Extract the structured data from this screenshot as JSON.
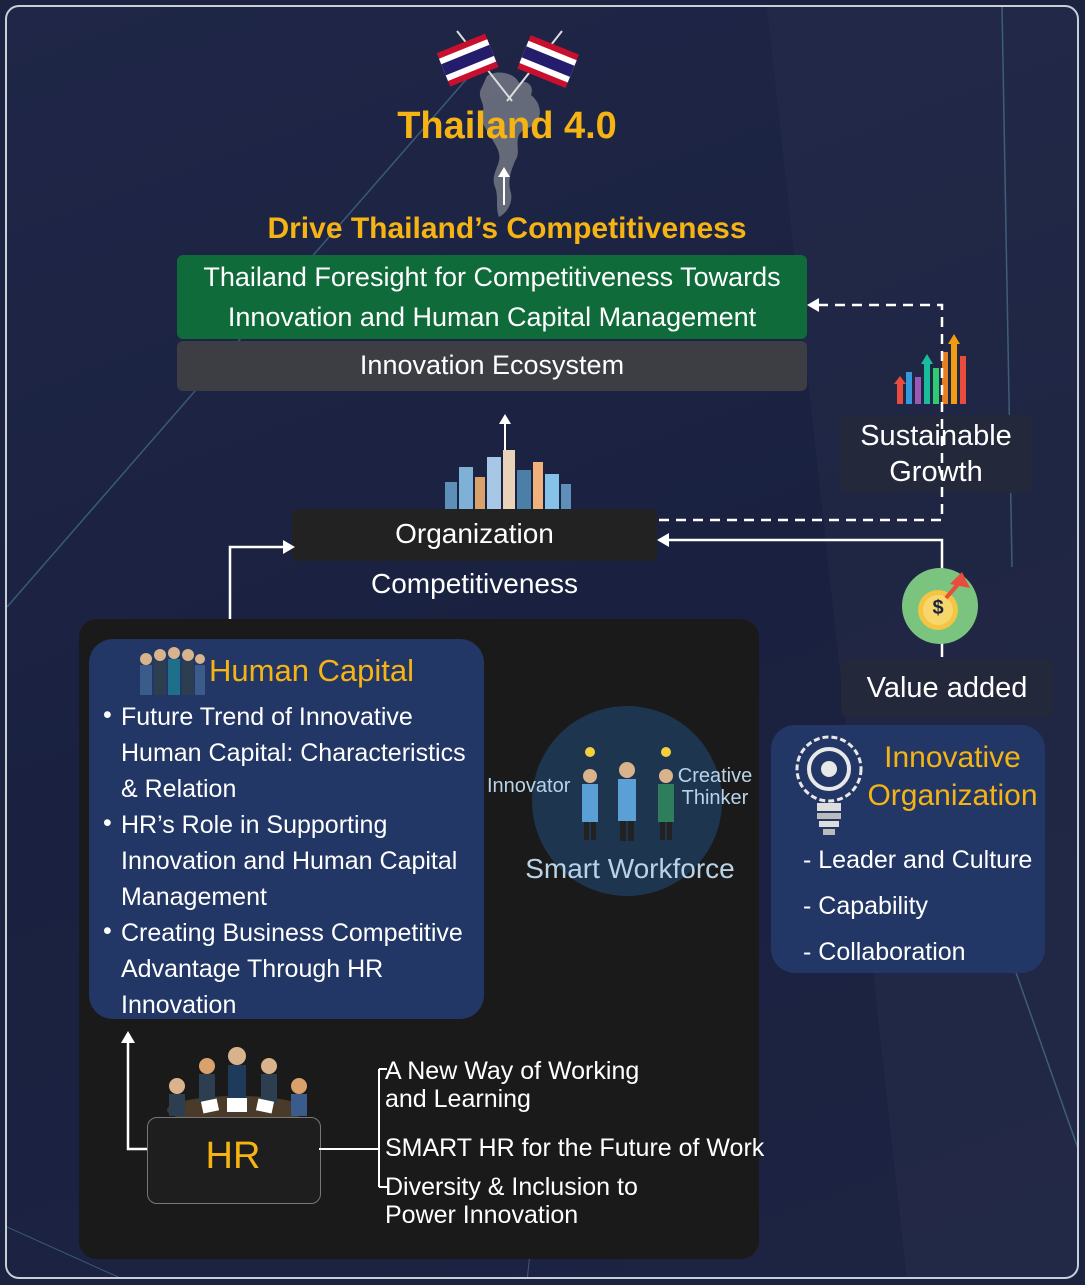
{
  "top": {
    "title": "Thailand 4.0",
    "subtitle": "Drive Thailand’s Competitiveness"
  },
  "foresight": {
    "line1": "Thailand Foresight for Competitiveness Towards",
    "line2": "Innovation and Human Capital Management"
  },
  "ecosystem": "Innovation Ecosystem",
  "sustainable": {
    "line1": "Sustainable",
    "line2": "Growth"
  },
  "org_competitiveness": "Organization Competitiveness",
  "value_added": "Value added",
  "value_icon_symbol": "$",
  "human_capital": {
    "title": "Human Capital",
    "items": [
      "Future Trend of Innovative Human Capital: Characteristics & Relation",
      "HR’s Role in Supporting Innovation and Human Capital Management",
      "Creating Business Competitive Advantage Through HR Innovation"
    ]
  },
  "smart_workforce": {
    "label": "Smart Workforce",
    "left": "Innovator",
    "right_line1": "Creative",
    "right_line2": "Thinker"
  },
  "innovative_org": {
    "title_line1": "Innovative",
    "title_line2": "Organization",
    "items": [
      "- Leader and Culture",
      "- Capability",
      "- Collaboration"
    ]
  },
  "hr": {
    "label": "HR",
    "branches": [
      {
        "line1": "A New Way of Working",
        "line2": "and Learning"
      },
      {
        "line1": "SMART HR for the Future of Work",
        "line2": ""
      },
      {
        "line1": "Diversity & Inclusion to",
        "line2": "Power Innovation"
      }
    ]
  },
  "colors": {
    "accent": "#f5b414",
    "green": "#0f6b3a",
    "navy": "#223766",
    "background": "#1c2340"
  }
}
